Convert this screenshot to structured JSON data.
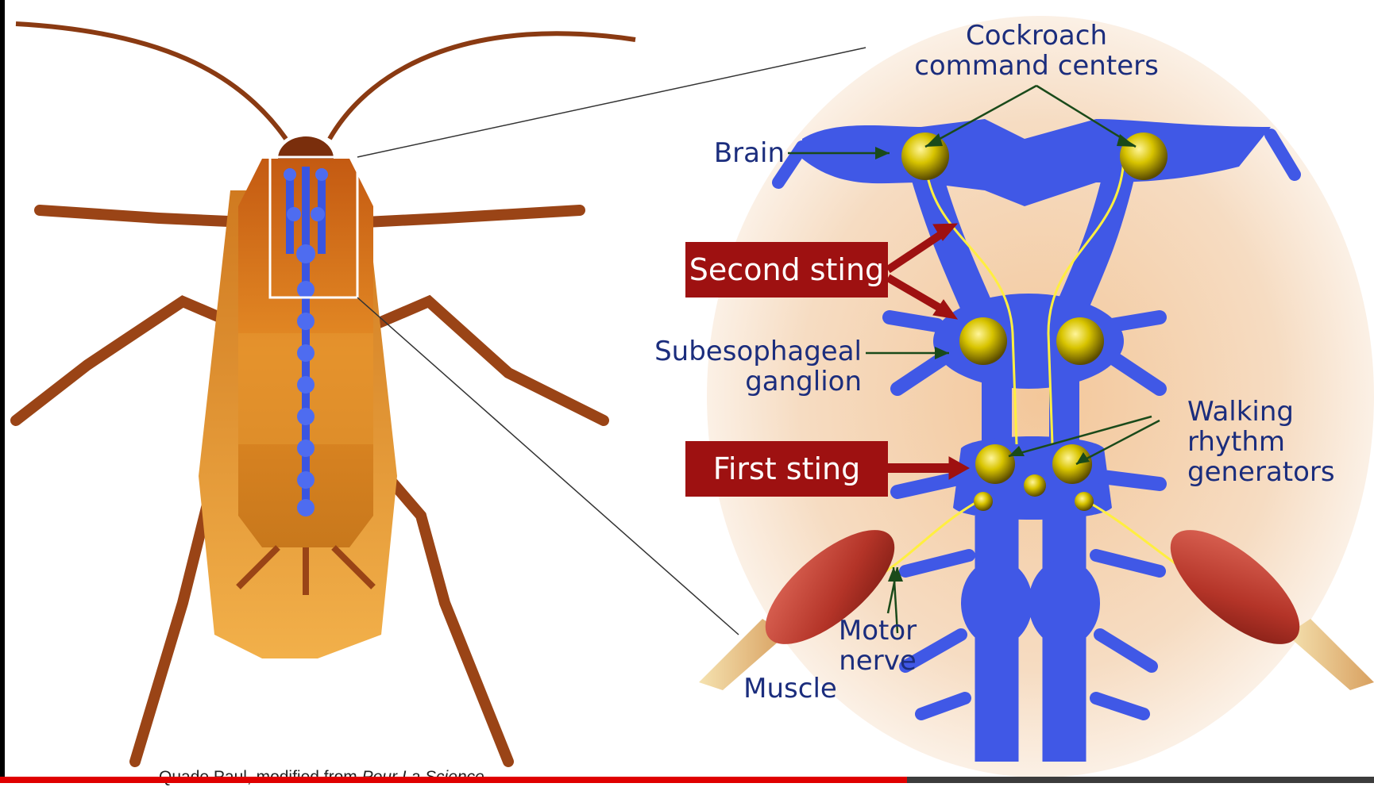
{
  "labels": {
    "command_centers": [
      "Cockroach",
      "command centers"
    ],
    "brain": "Brain",
    "second_sting": "Second sting",
    "subesophageal": [
      "Subesophageal",
      "ganglion"
    ],
    "first_sting": "First sting",
    "walking": [
      "Walking",
      "rhythm",
      "generators"
    ],
    "motor_nerve": [
      "Motor",
      "nerve"
    ],
    "muscle": "Muscle"
  },
  "credit": {
    "prefix": "Quade Paul, modified from ",
    "source": "Pour La Science"
  },
  "video_progress": {
    "played_fraction": 0.66
  },
  "colors": {
    "nerve_blue": "#3a55e0",
    "label_navy": "#1b2d7d",
    "sting_red": "#9e1111",
    "ganglion_yellow": "#d8c400",
    "progress_red": "#e00000"
  }
}
